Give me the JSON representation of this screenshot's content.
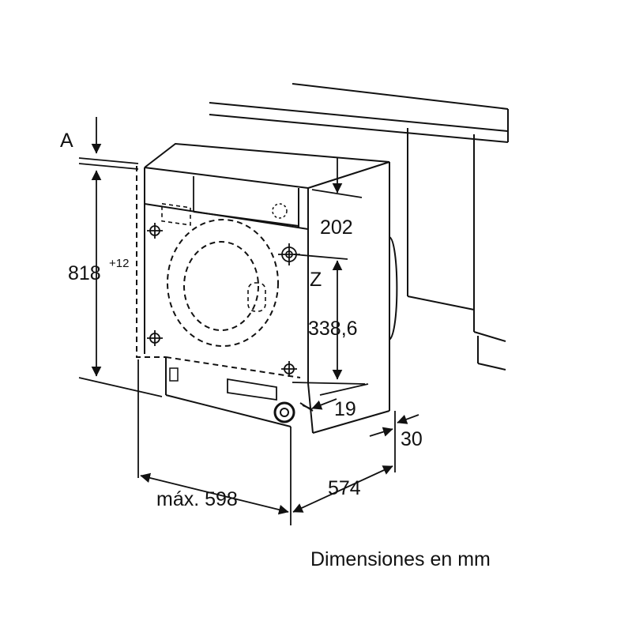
{
  "diagram": {
    "labels": {
      "a": "A",
      "height": "818",
      "height_tol": "+12",
      "top_offset": "202",
      "z": "Z",
      "z_dist": "338,6",
      "bottom_offset": "19",
      "door_depth": "30",
      "width": "máx. 598",
      "depth": "574"
    },
    "caption": "Dimensiones en mm",
    "colors": {
      "line": "#111111",
      "background": "#ffffff"
    }
  }
}
